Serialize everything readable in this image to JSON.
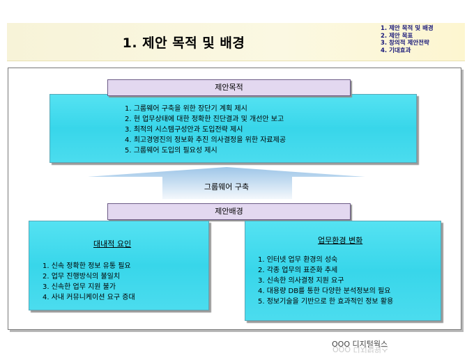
{
  "header": {
    "title": "1. 제안 목적 및 배경",
    "toc": [
      "1. 제안 목적 및 배경",
      "2. 제안 목표",
      "3. 창의적 제안전략",
      "4. 기대효과"
    ]
  },
  "purpose": {
    "label": "제안목적",
    "items": [
      "1. 그룹웨어 구축을 위한 장단기 계획 제시",
      "2. 현 업무상태에 대한 정확한 진단결과 및 개선안 보고",
      "3. 최적의 시스템구성안과 도입전략 제시",
      "4. 최고경영진의 정보화 추진 의사결정을 위한 자료제공",
      "5. 그룹웨어 도입의 필요성 제시"
    ]
  },
  "arrow": {
    "label": "그룹웨어 구축"
  },
  "background": {
    "label": "제안배경",
    "internal": {
      "title": "대내적 요인",
      "items": [
        "1. 신속 정확한 정보 유통 필요",
        "2. 업무 진행방식의 불일치",
        "3. 신속한 업무 지원 불가",
        "4. 사내 커뮤니케이션 요구 증대"
      ]
    },
    "environment": {
      "title": "업무환경 변화",
      "items": [
        "1. 인터넷 업무 환경의 성숙",
        "2. 각종 업무의 표준화 추세",
        "3. 신속한 의사결정 지원 요구",
        "4. 대용량 DB를 통한 다양한 분석정보의 필요",
        "5. 정보기술을 기반으로 한  효과적인 정보 활용"
      ]
    }
  },
  "footer": {
    "company": "OOO 디지털웍스"
  },
  "colors": {
    "cyan": "#3fd9ec",
    "label_bg": "#e3d8f0",
    "header_bg": "#f7f3d8"
  }
}
